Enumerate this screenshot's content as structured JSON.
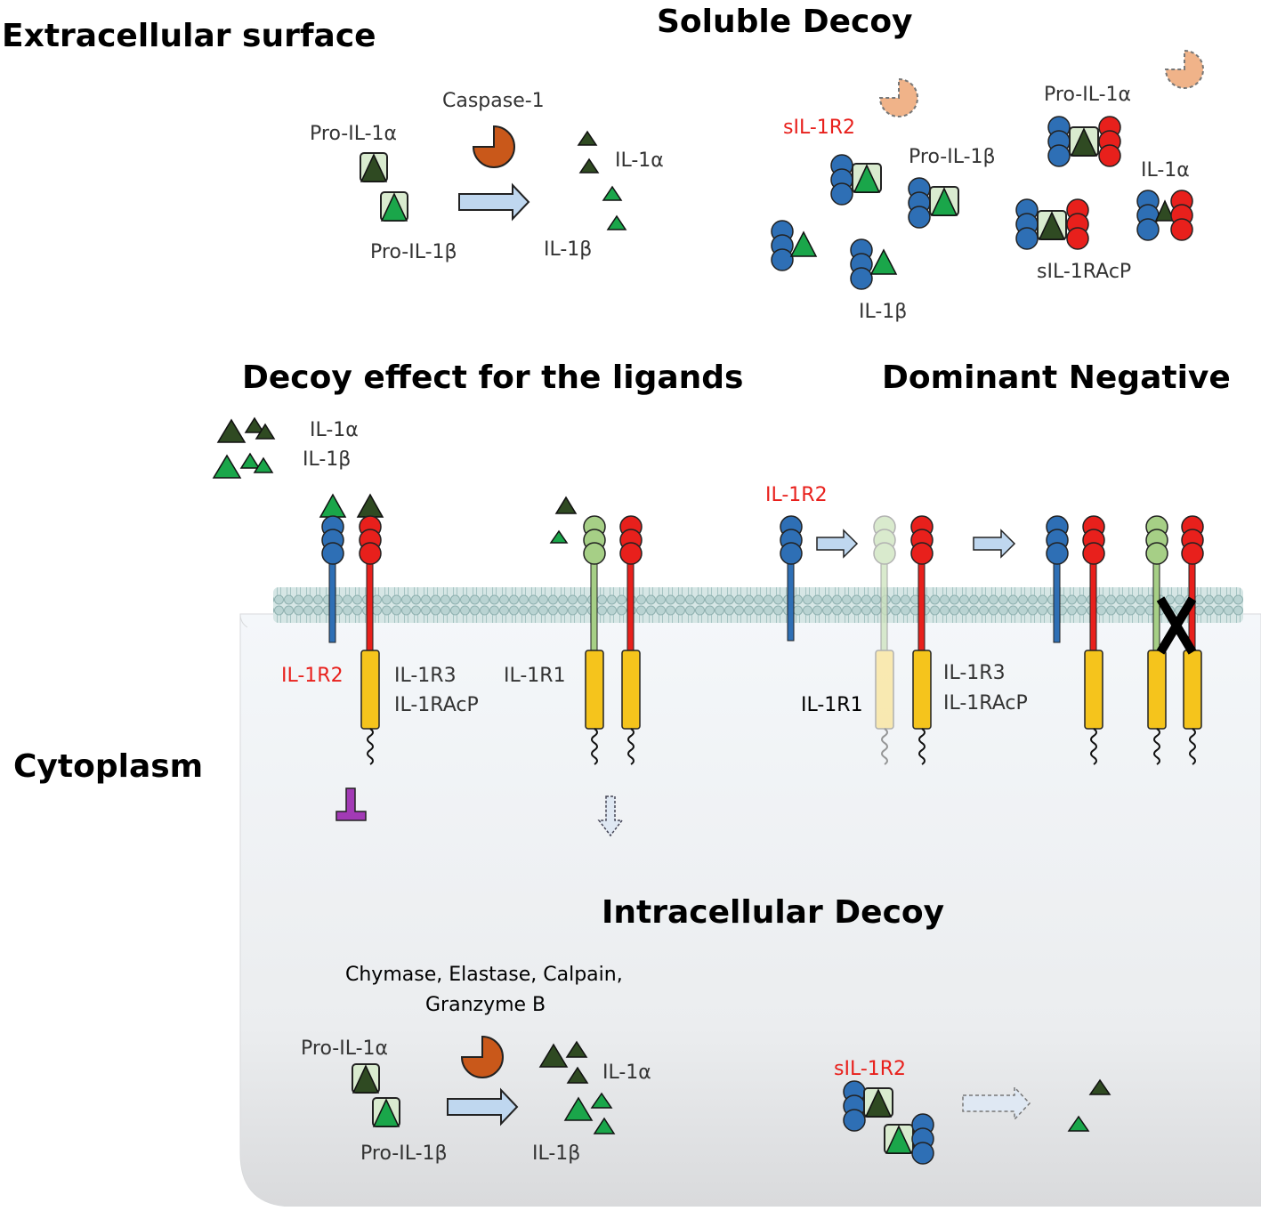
{
  "headings": {
    "extracellular": "Extracellular surface",
    "soluble_decoy": "Soluble Decoy",
    "decoy_ligands": "Decoy effect for the ligands",
    "dominant_negative": "Dominant Negative",
    "cytoplasm": "Cytoplasm",
    "intracellular_decoy": "Intracellular Decoy"
  },
  "extracellular_processing": {
    "enzyme": "Caspase-1",
    "pro_il1a": "Pro-IL-1α",
    "pro_il1b": "Pro-IL-1β",
    "il1a": "IL-1α",
    "il1b": "IL-1β"
  },
  "soluble_decoy": {
    "sil1r2": "sIL-1R2",
    "pro_il1b": "Pro-IL-1β",
    "pro_il1a": "Pro-IL-1α",
    "il1a": "IL-1α",
    "il1b": "IL-1β",
    "sil1racp": "sIL-1RAcP"
  },
  "decoy_ligands": {
    "il1a": "IL-1α",
    "il1b": "IL-1β",
    "il1r2": "IL-1R2",
    "il1r3": "IL-1R3",
    "il1racp": "IL-1RAcP",
    "il1r1": "IL-1R1"
  },
  "dominant_negative": {
    "il1r2": "IL-1R2",
    "il1r1": "IL-1R1",
    "il1r3": "IL-1R3",
    "il1racp": "IL-1RAcP"
  },
  "intracellular_decoy": {
    "enzymes_line1": "Chymase, Elastase, Calpain,",
    "enzymes_line2": "Granzyme B",
    "pro_il1a": "Pro-IL-1α",
    "pro_il1b": "Pro-IL-1β",
    "il1a": "IL-1α",
    "il1b": "IL-1β",
    "sil1r2": "sIL-1R2"
  },
  "colors": {
    "il1a_triangle": "#2f4a22",
    "il1b_triangle": "#1aa64a",
    "il1r2_blue": "#2e6fb5",
    "il1racp_red": "#e8201c",
    "il1r1_green": "#a6cf86",
    "cytoplasmic_yellow": "#f5c41c",
    "caspase_orange": "#c9581a",
    "membrane": "#b9d3d2",
    "arrow_fill": "#bfd7ef",
    "inhibitor_purple": "#a23ab5"
  }
}
